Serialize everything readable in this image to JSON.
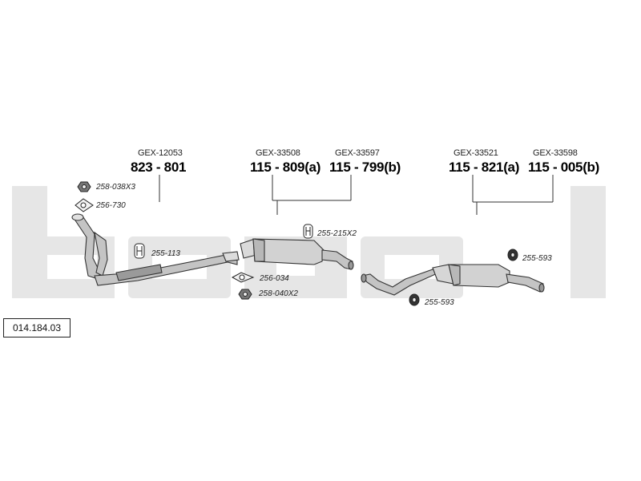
{
  "diagram_id": "014.184.03",
  "watermark": "bosal",
  "groups": [
    {
      "refs": [
        {
          "gex": "GEX-12053",
          "part_number": "823 - 801"
        }
      ]
    },
    {
      "refs": [
        {
          "gex": "GEX-33508",
          "part_number": "115 - 809(a)"
        },
        {
          "gex": "GEX-33597",
          "part_number": "115 - 799(b)"
        }
      ]
    },
    {
      "refs": [
        {
          "gex": "GEX-33521",
          "part_number": "115 - 821(a)"
        },
        {
          "gex": "GEX-33598",
          "part_number": "115 - 005(b)"
        }
      ]
    }
  ],
  "accessories": [
    {
      "code": "258-038X3",
      "icon": "nut-icon"
    },
    {
      "code": "256-730",
      "icon": "gasket-icon"
    },
    {
      "code": "255-113",
      "icon": "clamp-icon"
    },
    {
      "code": "255-215X2",
      "icon": "clamp-icon"
    },
    {
      "code": "256-034",
      "icon": "gasket-icon"
    },
    {
      "code": "258-040X2",
      "icon": "nut-icon"
    },
    {
      "code": "255-593",
      "icon": "rubber-mount-icon"
    },
    {
      "code": "255-593",
      "icon": "rubber-mount-icon"
    }
  ],
  "colors": {
    "watermark": "#e6e6e6",
    "line": "#333333",
    "pipe": "#bdbdbd",
    "muffler": "#d2d2d2"
  }
}
